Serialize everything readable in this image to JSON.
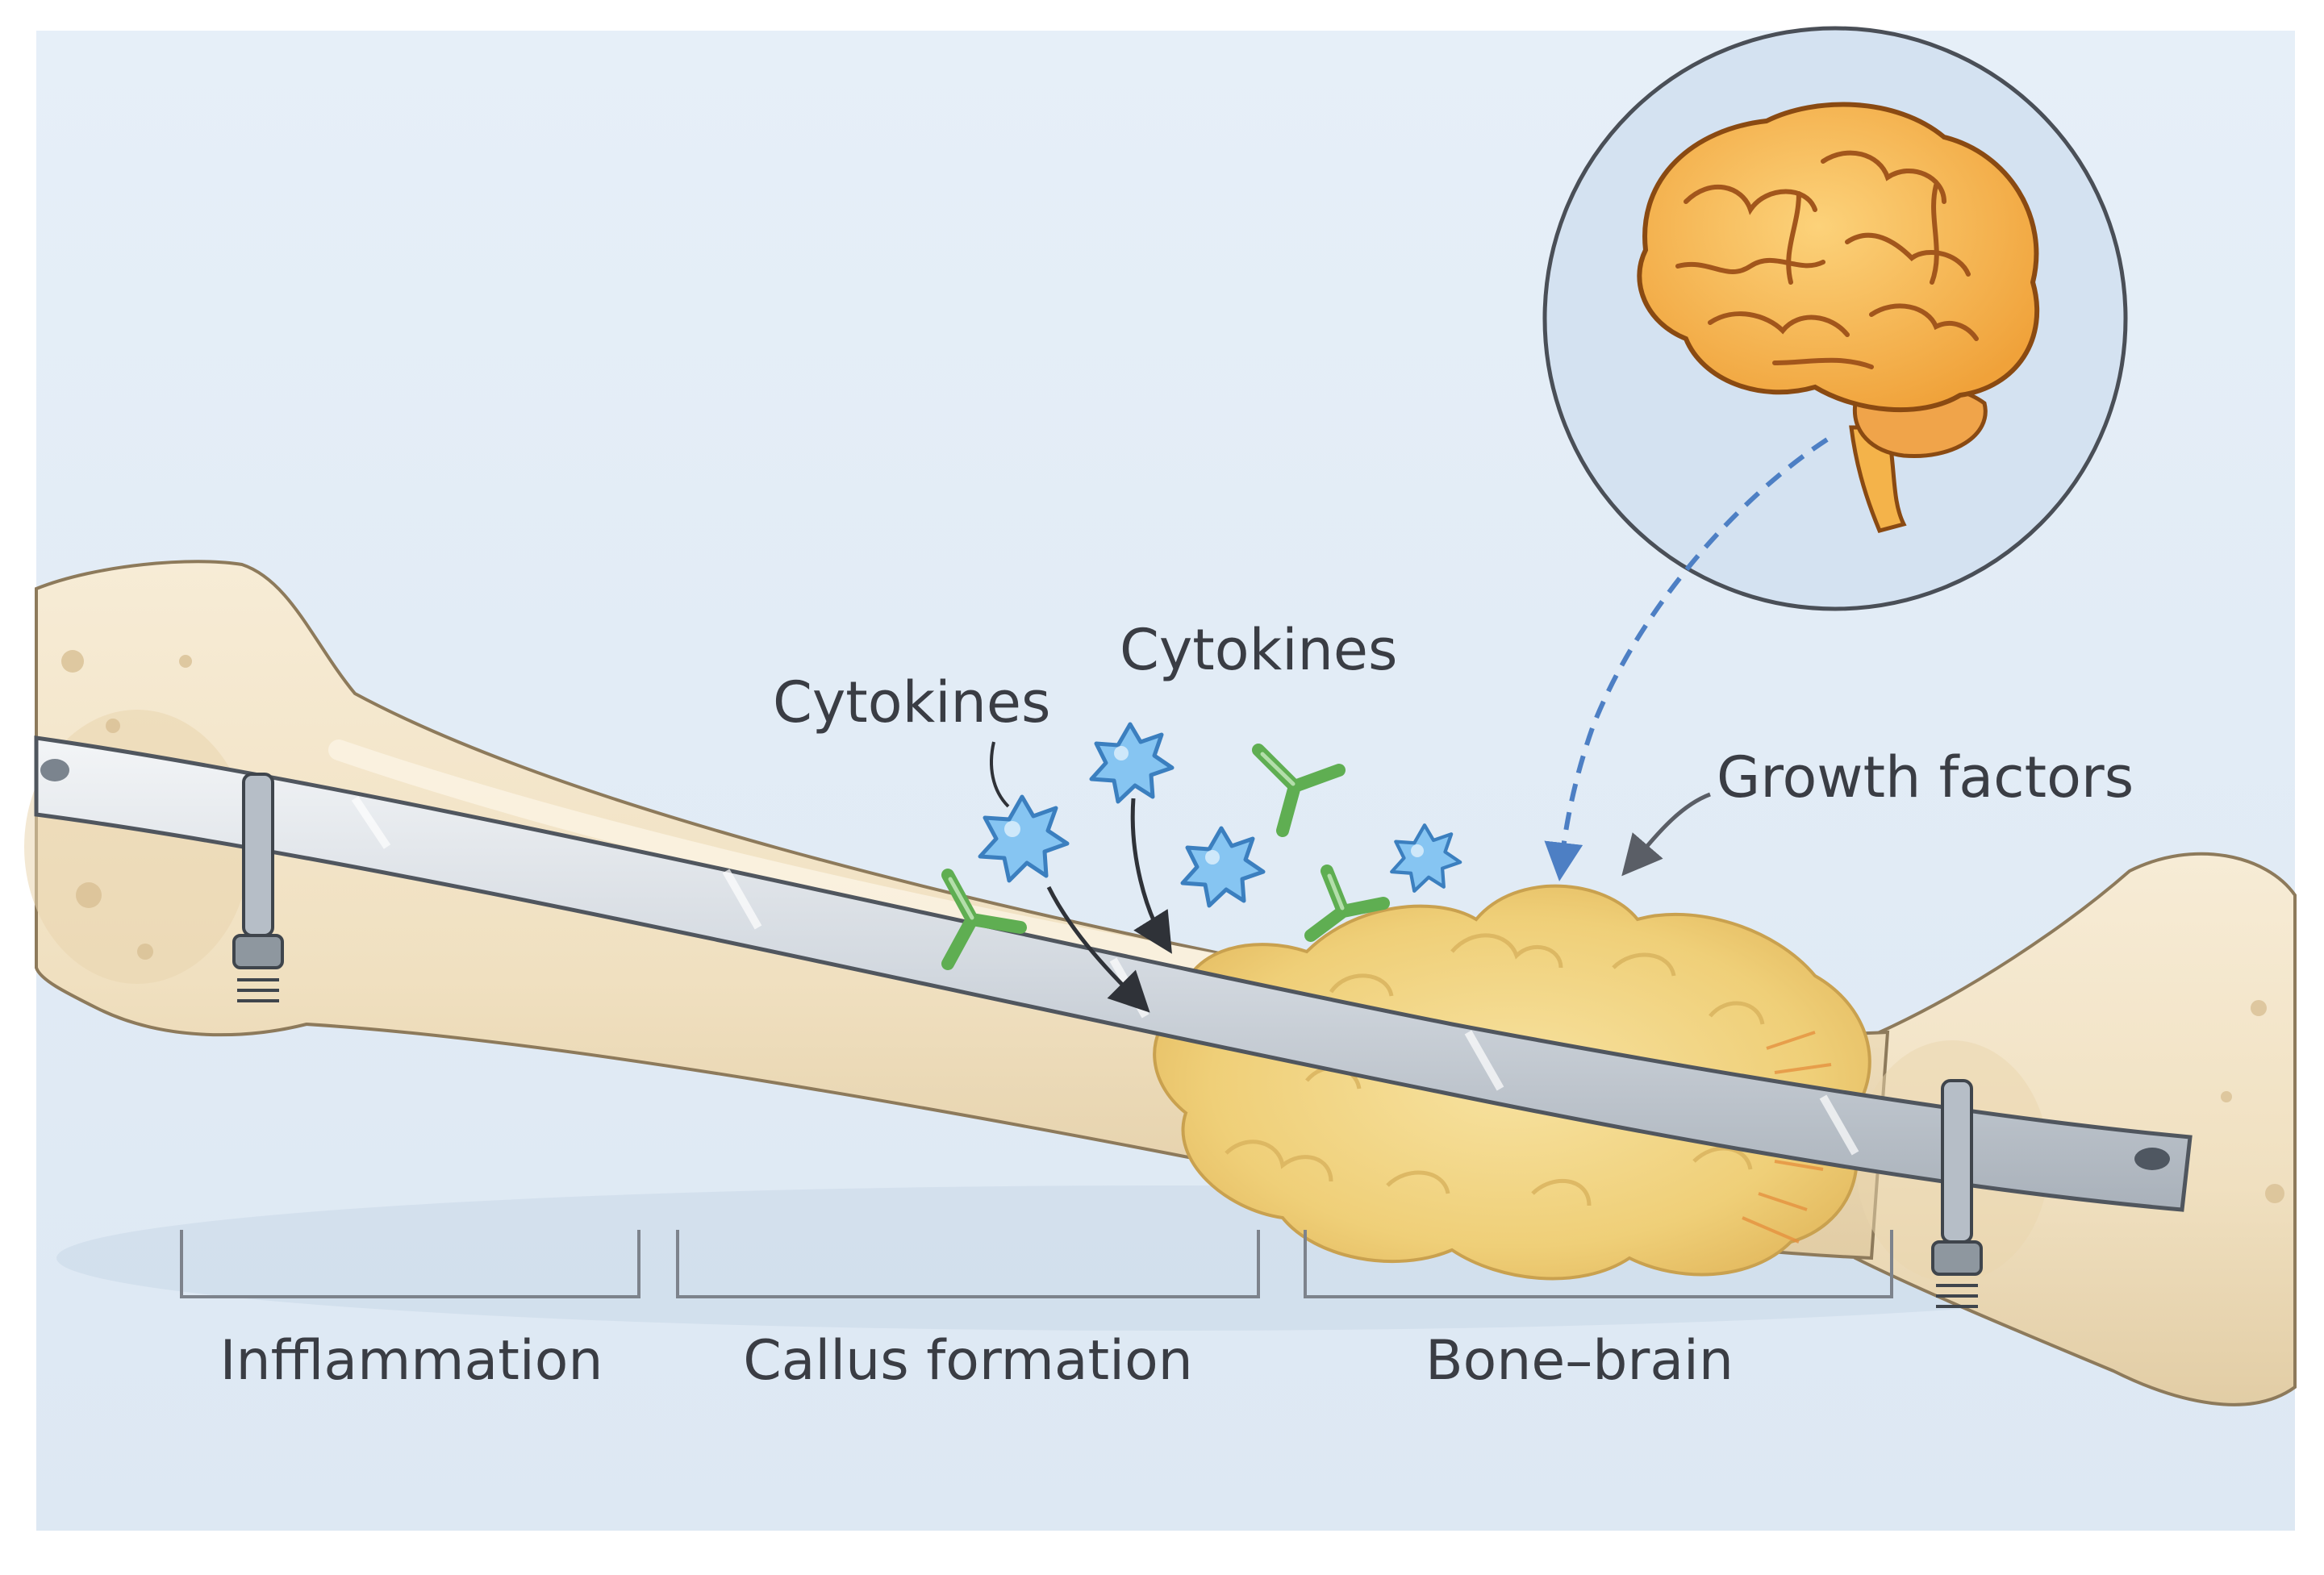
{
  "labels": {
    "cytokines_left": "Cytokines",
    "cytokines_top": "Cytokines",
    "growth_factors": "Growth factors"
  },
  "stages": [
    "Infflammation",
    "Callus formation",
    "Bone–brain"
  ],
  "icons": {
    "cytokine": "star-cell-icon",
    "growth_factor": "y-antibody-icon",
    "brain": "brain-icon",
    "screw": "bone-screw-icon",
    "plate": "fixation-plate"
  },
  "colors": {
    "background": "#e3edf7",
    "bone": "#f3e6cd",
    "bone_shadow": "#dcc8a3",
    "callus": "#f1d27a",
    "plate": "#d9dee4",
    "cytokine": "#7cbfef",
    "growth_factor": "#7cc66d",
    "brain": "#f4a93c",
    "arrow_dashed": "#4d7fc4"
  }
}
